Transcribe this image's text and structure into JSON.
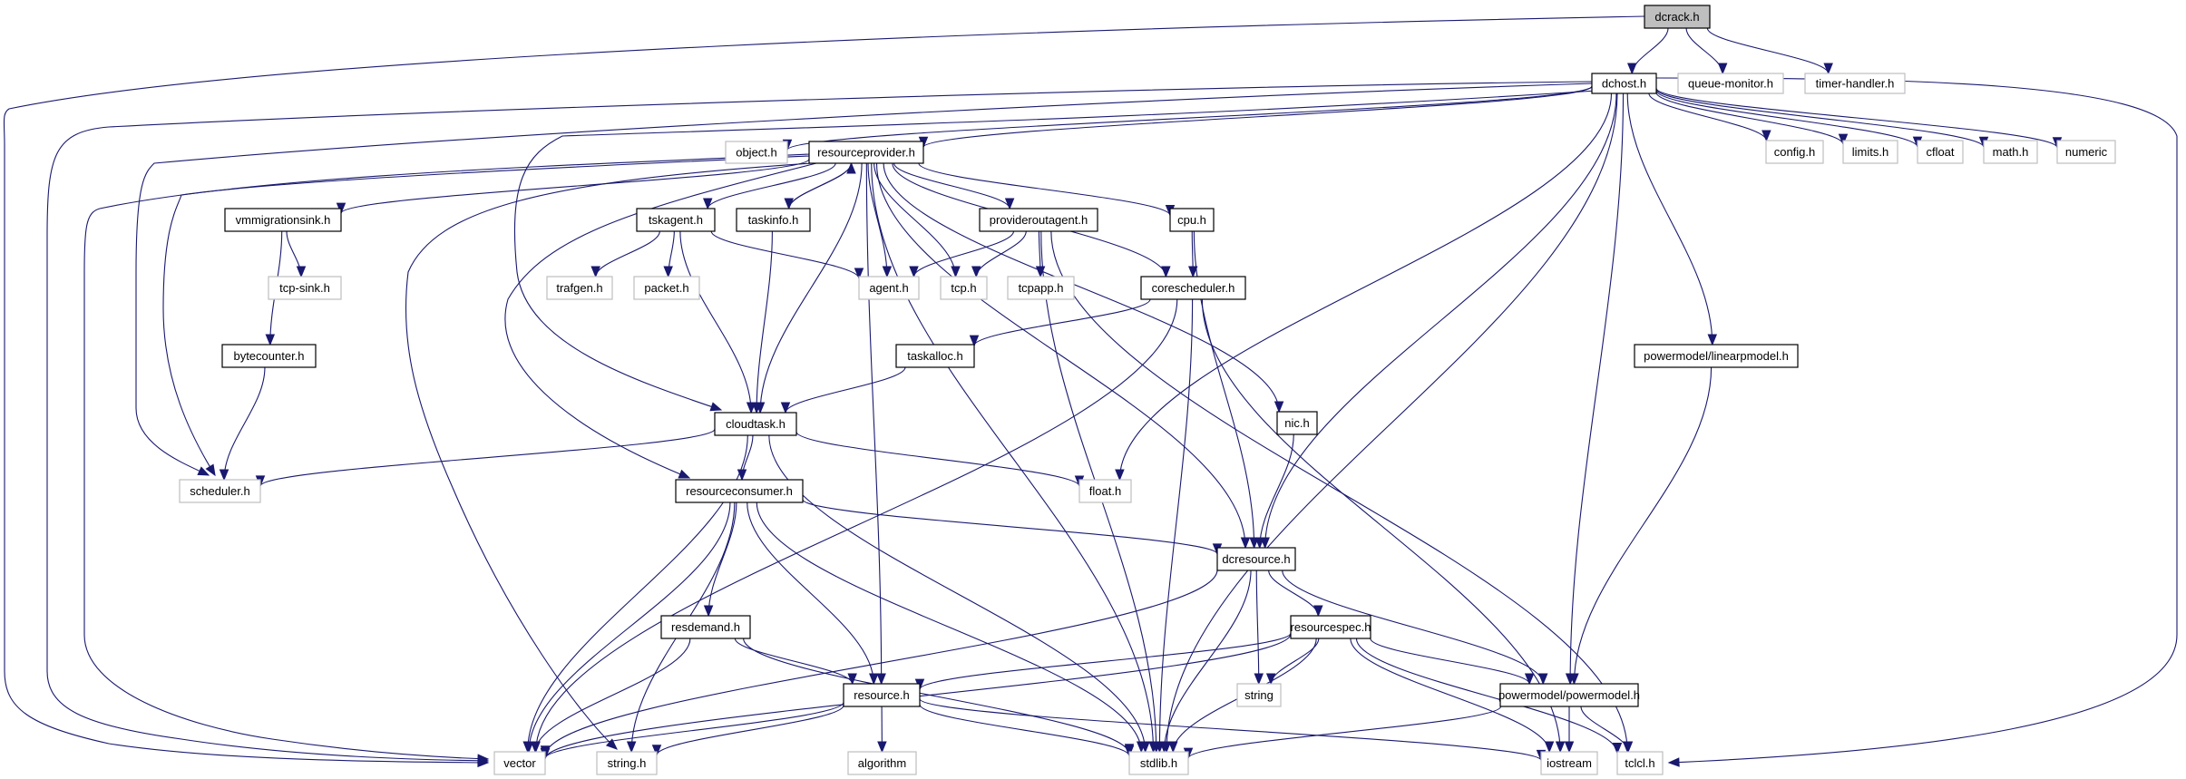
{
  "graph": {
    "title": "dcrack.h include dependency graph",
    "root": "dcrack.h",
    "colors": {
      "edge": "#191970",
      "documented_border": "#000000",
      "undocumented_border": "#bfbfbf",
      "root_fill": "#bfbfbf"
    },
    "nodes": [
      {
        "id": "dcrack",
        "label": "dcrack.h",
        "kind": "root"
      },
      {
        "id": "dchost",
        "label": "dchost.h",
        "kind": "documented"
      },
      {
        "id": "queuemonitor",
        "label": "queue-monitor.h",
        "kind": "undocumented"
      },
      {
        "id": "timerhandler",
        "label": "timer-handler.h",
        "kind": "undocumented"
      },
      {
        "id": "object",
        "label": "object.h",
        "kind": "undocumented"
      },
      {
        "id": "resourceprovider",
        "label": "resourceprovider.h",
        "kind": "documented"
      },
      {
        "id": "config",
        "label": "config.h",
        "kind": "undocumented"
      },
      {
        "id": "limits",
        "label": "limits.h",
        "kind": "undocumented"
      },
      {
        "id": "cfloat",
        "label": "cfloat",
        "kind": "undocumented"
      },
      {
        "id": "math",
        "label": "math.h",
        "kind": "undocumented"
      },
      {
        "id": "numeric",
        "label": "numeric",
        "kind": "undocumented"
      },
      {
        "id": "vmmigrationsink",
        "label": "vmmigrationsink.h",
        "kind": "documented"
      },
      {
        "id": "tskagent",
        "label": "tskagent.h",
        "kind": "documented"
      },
      {
        "id": "taskinfo",
        "label": "taskinfo.h",
        "kind": "documented"
      },
      {
        "id": "provideroutagent",
        "label": "provideroutagent.h",
        "kind": "documented"
      },
      {
        "id": "cpu",
        "label": "cpu.h",
        "kind": "documented"
      },
      {
        "id": "tcpsink",
        "label": "tcp-sink.h",
        "kind": "undocumented"
      },
      {
        "id": "trafgen",
        "label": "trafgen.h",
        "kind": "undocumented"
      },
      {
        "id": "packet",
        "label": "packet.h",
        "kind": "undocumented"
      },
      {
        "id": "agent",
        "label": "agent.h",
        "kind": "undocumented"
      },
      {
        "id": "tcp",
        "label": "tcp.h",
        "kind": "undocumented"
      },
      {
        "id": "tcpapp",
        "label": "tcpapp.h",
        "kind": "undocumented"
      },
      {
        "id": "corescheduler",
        "label": "corescheduler.h",
        "kind": "documented"
      },
      {
        "id": "linearpmodel",
        "label": "powermodel/linearpmodel.h",
        "kind": "documented"
      },
      {
        "id": "bytecounter",
        "label": "bytecounter.h",
        "kind": "documented"
      },
      {
        "id": "taskalloc",
        "label": "taskalloc.h",
        "kind": "documented"
      },
      {
        "id": "cloudtask",
        "label": "cloudtask.h",
        "kind": "documented"
      },
      {
        "id": "nic",
        "label": "nic.h",
        "kind": "documented"
      },
      {
        "id": "scheduler",
        "label": "scheduler.h",
        "kind": "undocumented"
      },
      {
        "id": "resourceconsumer",
        "label": "resourceconsumer.h",
        "kind": "documented"
      },
      {
        "id": "float",
        "label": "float.h",
        "kind": "undocumented"
      },
      {
        "id": "dcresource",
        "label": "dcresource.h",
        "kind": "documented"
      },
      {
        "id": "resdemand",
        "label": "resdemand.h",
        "kind": "documented"
      },
      {
        "id": "resourcespec",
        "label": "resourcespec.h",
        "kind": "documented"
      },
      {
        "id": "resource",
        "label": "resource.h",
        "kind": "documented"
      },
      {
        "id": "string",
        "label": "string",
        "kind": "undocumented"
      },
      {
        "id": "powermodel",
        "label": "powermodel/powermodel.h",
        "kind": "documented"
      },
      {
        "id": "vector",
        "label": "vector",
        "kind": "undocumented"
      },
      {
        "id": "stringh",
        "label": "string.h",
        "kind": "undocumented"
      },
      {
        "id": "algorithm",
        "label": "algorithm",
        "kind": "undocumented"
      },
      {
        "id": "stdlib",
        "label": "stdlib.h",
        "kind": "undocumented"
      },
      {
        "id": "iostream",
        "label": "iostream",
        "kind": "undocumented"
      },
      {
        "id": "tclcl",
        "label": "tclcl.h",
        "kind": "undocumented"
      }
    ],
    "edges": [
      [
        "dcrack",
        "dchost"
      ],
      [
        "dcrack",
        "queuemonitor"
      ],
      [
        "dcrack",
        "timerhandler"
      ],
      [
        "dcrack",
        "vector"
      ],
      [
        "dchost",
        "object"
      ],
      [
        "dchost",
        "resourceprovider"
      ],
      [
        "dchost",
        "config"
      ],
      [
        "dchost",
        "limits"
      ],
      [
        "dchost",
        "cfloat"
      ],
      [
        "dchost",
        "math"
      ],
      [
        "dchost",
        "numeric"
      ],
      [
        "dchost",
        "linearpmodel"
      ],
      [
        "dchost",
        "cloudtask"
      ],
      [
        "dchost",
        "scheduler"
      ],
      [
        "dchost",
        "float"
      ],
      [
        "dchost",
        "dcresource"
      ],
      [
        "dchost",
        "powermodel"
      ],
      [
        "dchost",
        "vector"
      ],
      [
        "dchost",
        "stdlib"
      ],
      [
        "dchost",
        "tclcl"
      ],
      [
        "resourceprovider",
        "vmmigrationsink"
      ],
      [
        "resourceprovider",
        "tskagent"
      ],
      [
        "resourceprovider",
        "taskinfo"
      ],
      [
        "resourceprovider",
        "provideroutagent"
      ],
      [
        "resourceprovider",
        "cpu"
      ],
      [
        "resourceprovider",
        "agent"
      ],
      [
        "resourceprovider",
        "tcp"
      ],
      [
        "resourceprovider",
        "corescheduler"
      ],
      [
        "resourceprovider",
        "cloudtask"
      ],
      [
        "resourceprovider",
        "nic"
      ],
      [
        "resourceprovider",
        "scheduler"
      ],
      [
        "resourceprovider",
        "resourceconsumer"
      ],
      [
        "resourceprovider",
        "dcresource"
      ],
      [
        "resourceprovider",
        "resource"
      ],
      [
        "resourceprovider",
        "vector"
      ],
      [
        "resourceprovider",
        "stringh"
      ],
      [
        "resourceprovider",
        "stdlib"
      ],
      [
        "taskinfo",
        "resourceprovider"
      ],
      [
        "taskinfo",
        "cloudtask"
      ],
      [
        "vmmigrationsink",
        "tcpsink"
      ],
      [
        "vmmigrationsink",
        "bytecounter"
      ],
      [
        "tskagent",
        "trafgen"
      ],
      [
        "tskagent",
        "packet"
      ],
      [
        "tskagent",
        "agent"
      ],
      [
        "tskagent",
        "cloudtask"
      ],
      [
        "provideroutagent",
        "agent"
      ],
      [
        "provideroutagent",
        "tcp"
      ],
      [
        "provideroutagent",
        "tcpapp"
      ],
      [
        "provideroutagent",
        "stdlib"
      ],
      [
        "provideroutagent",
        "tclcl"
      ],
      [
        "cpu",
        "corescheduler"
      ],
      [
        "cpu",
        "dcresource"
      ],
      [
        "corescheduler",
        "taskalloc"
      ],
      [
        "corescheduler",
        "vector"
      ],
      [
        "corescheduler",
        "stdlib"
      ],
      [
        "corescheduler",
        "iostream"
      ],
      [
        "bytecounter",
        "scheduler"
      ],
      [
        "taskalloc",
        "cloudtask"
      ],
      [
        "cloudtask",
        "scheduler"
      ],
      [
        "cloudtask",
        "resourceconsumer"
      ],
      [
        "cloudtask",
        "float"
      ],
      [
        "cloudtask",
        "vector"
      ],
      [
        "cloudtask",
        "stdlib"
      ],
      [
        "nic",
        "dcresource"
      ],
      [
        "linearpmodel",
        "powermodel"
      ],
      [
        "resourceconsumer",
        "dcresource"
      ],
      [
        "resourceconsumer",
        "resdemand"
      ],
      [
        "resourceconsumer",
        "resource"
      ],
      [
        "resourceconsumer",
        "vector"
      ],
      [
        "resourceconsumer",
        "stringh"
      ],
      [
        "resourceconsumer",
        "stdlib"
      ],
      [
        "dcresource",
        "resourcespec"
      ],
      [
        "dcresource",
        "string"
      ],
      [
        "dcresource",
        "powermodel"
      ],
      [
        "dcresource",
        "vector"
      ],
      [
        "dcresource",
        "stdlib"
      ],
      [
        "resdemand",
        "resource"
      ],
      [
        "resdemand",
        "vector"
      ],
      [
        "resdemand",
        "stdlib"
      ],
      [
        "resourcespec",
        "string"
      ],
      [
        "resourcespec",
        "resource"
      ],
      [
        "resourcespec",
        "powermodel"
      ],
      [
        "resourcespec",
        "vector"
      ],
      [
        "resourcespec",
        "stdlib"
      ],
      [
        "resourcespec",
        "iostream"
      ],
      [
        "resourcespec",
        "tclcl"
      ],
      [
        "resource",
        "algorithm"
      ],
      [
        "resource",
        "vector"
      ],
      [
        "resource",
        "stringh"
      ],
      [
        "resource",
        "stdlib"
      ],
      [
        "resource",
        "iostream"
      ],
      [
        "powermodel",
        "iostream"
      ],
      [
        "powermodel",
        "tclcl"
      ],
      [
        "powermodel",
        "stdlib"
      ]
    ]
  }
}
